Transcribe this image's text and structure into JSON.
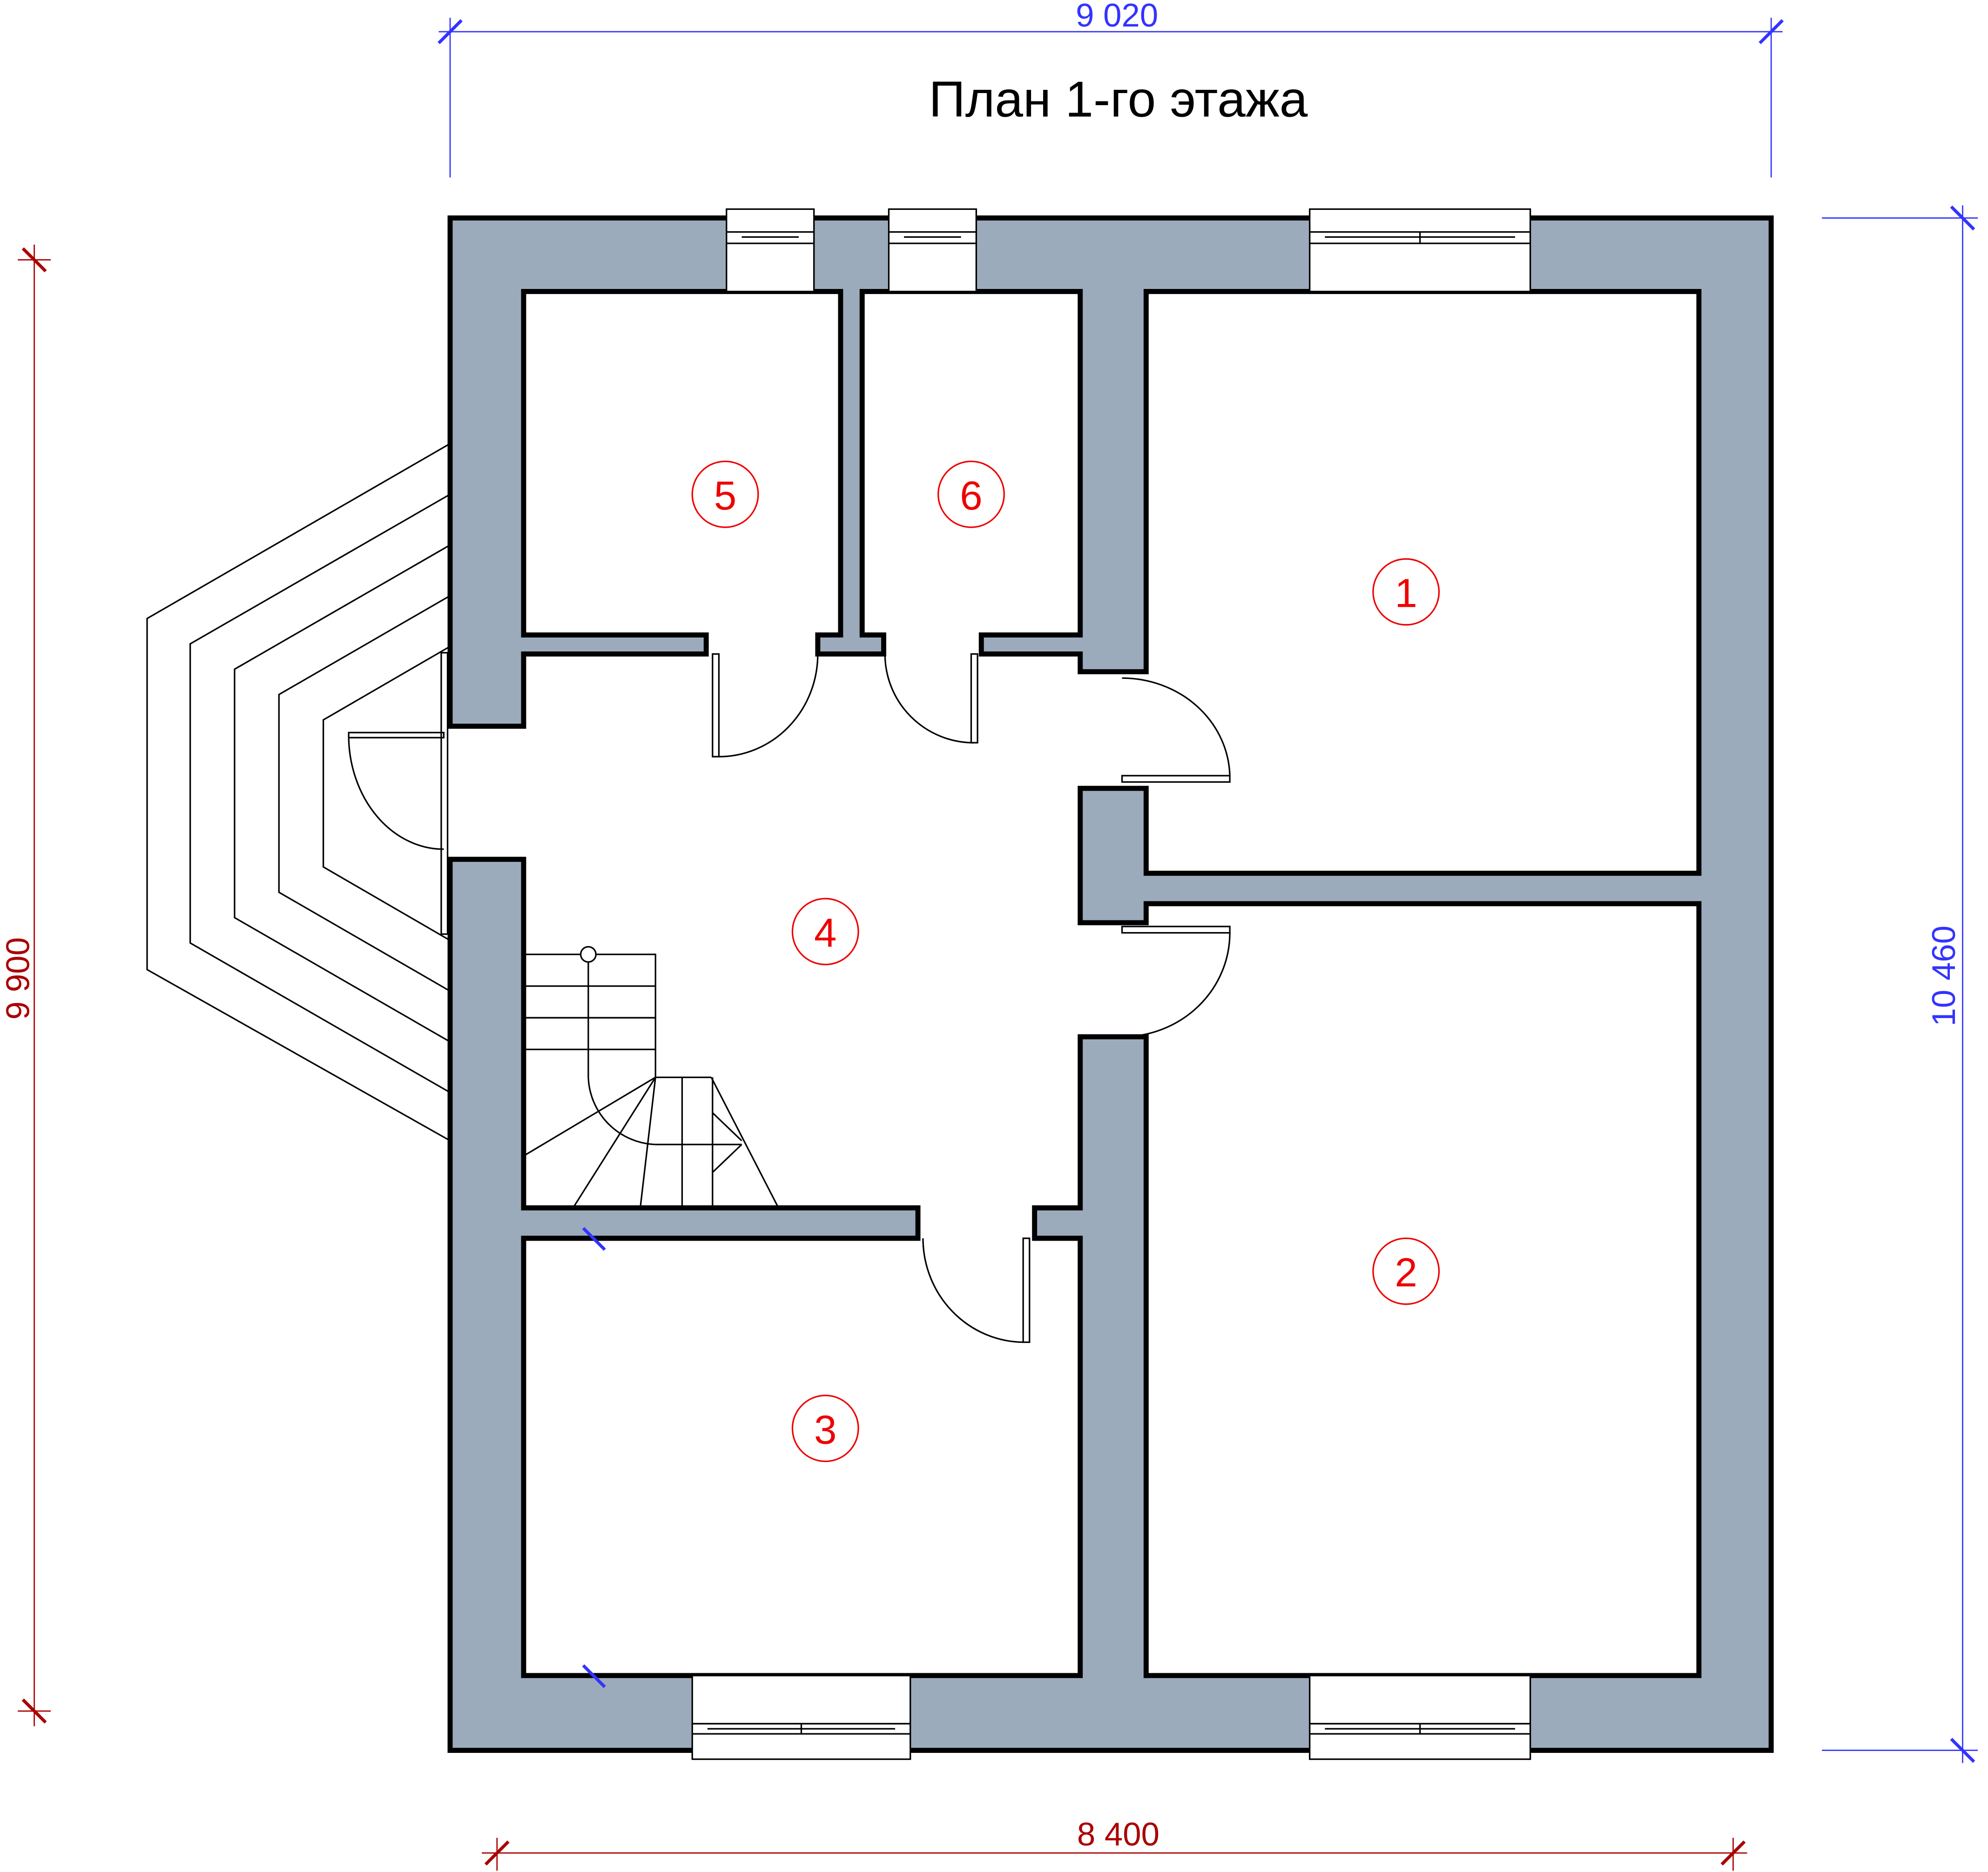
{
  "title": "План 1-го этажа",
  "dimensions": {
    "top": "9 020",
    "bottom": "8 400",
    "left": "9 900",
    "right": "10 460"
  },
  "rooms": [
    "1",
    "2",
    "3",
    "4",
    "5",
    "6"
  ],
  "colors": {
    "wall": "#9babbc",
    "dim_blue": "#3333ff",
    "dim_red": "#aa0000",
    "room_marker": "#ee0000"
  }
}
